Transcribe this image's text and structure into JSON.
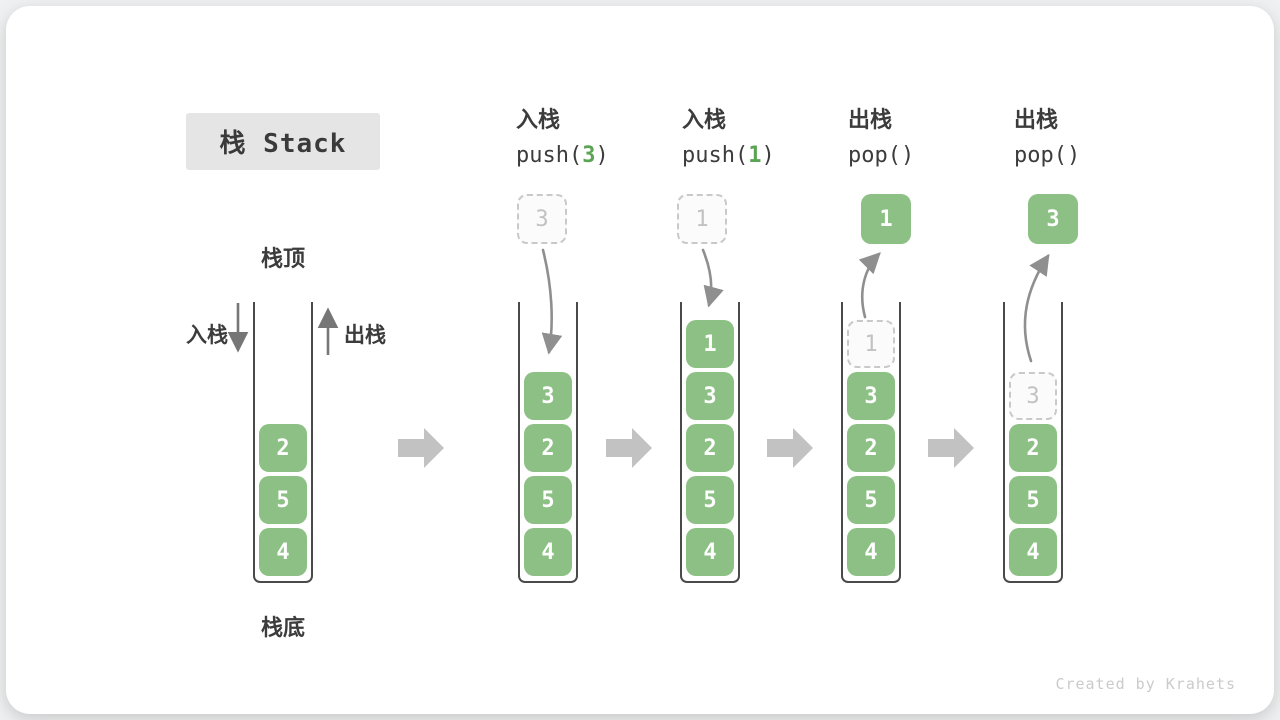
{
  "title": "栈 Stack",
  "legend": {
    "top": "栈顶",
    "bottom": "栈底",
    "push": "入栈",
    "pop": "出栈"
  },
  "ops": [
    {
      "cn": "入栈",
      "pre": "push(",
      "arg": "3",
      "post": ")"
    },
    {
      "cn": "入栈",
      "pre": "push(",
      "arg": "1",
      "post": ")"
    },
    {
      "cn": "出栈",
      "pre": "pop(",
      "arg": "",
      "post": ")"
    },
    {
      "cn": "出栈",
      "pre": "pop(",
      "arg": "",
      "post": ")"
    }
  ],
  "stacks": [
    {
      "cells": [
        "2",
        "5",
        "4"
      ]
    },
    {
      "incoming": "3",
      "cells": [
        "3",
        "2",
        "5",
        "4"
      ]
    },
    {
      "incoming": "1",
      "cells": [
        "1",
        "3",
        "2",
        "5",
        "4"
      ]
    },
    {
      "popped": "1",
      "ghost": "1",
      "cells": [
        "3",
        "2",
        "5",
        "4"
      ]
    },
    {
      "popped": "3",
      "ghost": "3",
      "cells": [
        "2",
        "5",
        "4"
      ]
    }
  ],
  "watermark": "Created by Krahets",
  "colors": {
    "cell_green": "#8cc084",
    "arg_green": "#5ca455",
    "block_arrow_gray": "#c2c2c2",
    "curve_arrow_gray": "#8f8f8f",
    "text_dark": "#3c3c3c",
    "title_box_bg": "#e5e5e5"
  }
}
